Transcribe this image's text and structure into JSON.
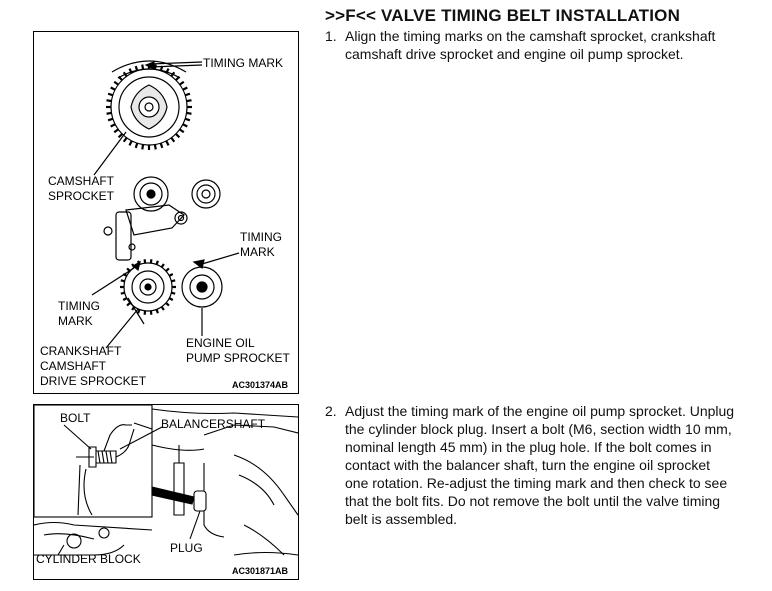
{
  "heading": ">>F<< VALVE TIMING BELT INSTALLATION",
  "steps": [
    {
      "num": "1.",
      "text": "Align the timing marks on the camshaft sprocket, crankshaft camshaft drive sprocket and engine oil pump sprocket."
    },
    {
      "num": "2.",
      "text": "Adjust the timing mark of the engine oil pump sprocket. Unplug the cylinder block plug. Insert a bolt (M6, section width 10 mm, nominal length 45 mm) in the plug hole. If the bolt comes in contact with the balancer shaft, turn the engine oil sprocket one rotation. Re-adjust the timing mark and then check to see that the bolt fits. Do not remove the bolt until the valve timing belt is assembled."
    }
  ],
  "figure1": {
    "labels": {
      "timing_mark_top": "TIMING MARK",
      "camshaft_sprocket_1": "CAMSHAFT",
      "camshaft_sprocket_2": "SPROCKET",
      "timing_mark_right_1": "TIMING",
      "timing_mark_right_2": "MARK",
      "timing_mark_left_1": "TIMING",
      "timing_mark_left_2": "MARK",
      "engine_oil_1": "ENGINE OIL",
      "engine_oil_2": "PUMP SPROCKET",
      "crankshaft_1": "CRANKSHAFT",
      "crankshaft_2": "CAMSHAFT",
      "crankshaft_3": "DRIVE SPROCKET"
    },
    "code": "AC301374AB"
  },
  "figure2": {
    "labels": {
      "bolt": "BOLT",
      "balancershaft": "BALANCERSHAFT",
      "plug": "PLUG",
      "cylinder_block": "CYLINDER BLOCK"
    },
    "code": "AC301871AB"
  }
}
